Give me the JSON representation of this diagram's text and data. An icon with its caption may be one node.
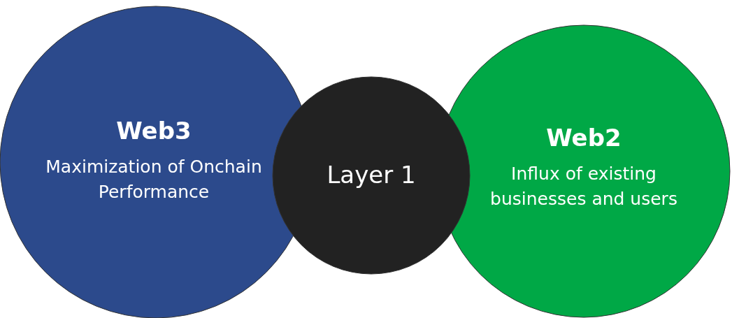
{
  "diagram": {
    "nodes": [
      {
        "text": [
          "Web3",
          "Maximization of Onchain Performance"
        ]
      },
      {
        "text": [
          "Layer 1"
        ]
      },
      {
        "text": [
          "Web2",
          "Influx of existing businesses and users"
        ]
      }
    ]
  }
}
